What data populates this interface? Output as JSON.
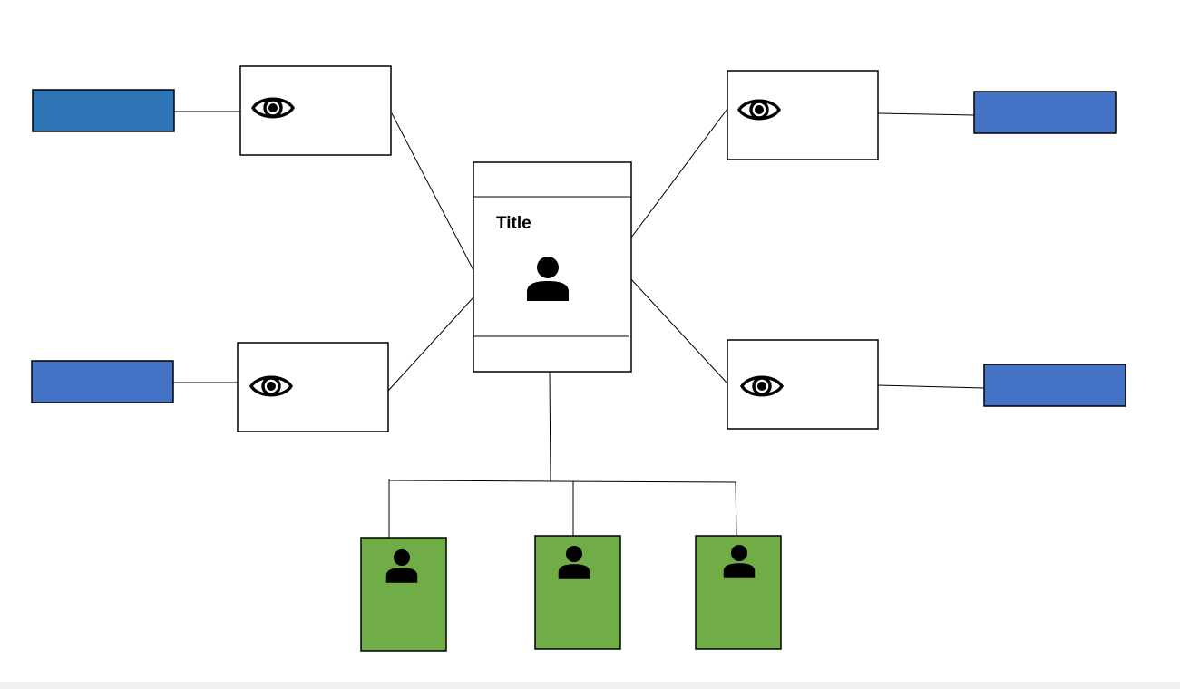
{
  "central_card": {
    "title": "Title",
    "icon": "person-icon"
  },
  "eye_cards": [
    {
      "id": "top-left",
      "icon": "eye-icon"
    },
    {
      "id": "bottom-left",
      "icon": "eye-icon"
    },
    {
      "id": "top-right",
      "icon": "eye-icon"
    },
    {
      "id": "bottom-right",
      "icon": "eye-icon"
    }
  ],
  "blue_boxes": [
    {
      "id": "top-left",
      "color": "#2E75B6"
    },
    {
      "id": "bottom-left",
      "color": "#4472C4"
    },
    {
      "id": "top-right",
      "color": "#4472C4"
    },
    {
      "id": "bottom-right",
      "color": "#4472C4"
    }
  ],
  "green_cards": [
    {
      "id": "left",
      "icon": "person-icon"
    },
    {
      "id": "middle",
      "icon": "person-icon"
    },
    {
      "id": "right",
      "icon": "person-icon"
    }
  ],
  "colors": {
    "green": "#70AD47",
    "stroke": "#000000"
  }
}
